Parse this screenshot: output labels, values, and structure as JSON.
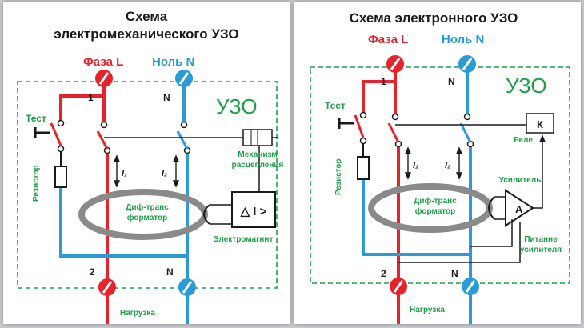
{
  "colors": {
    "phase": "#e8222a",
    "neutral": "#2a9bd6",
    "housing": "#1f9e4a",
    "wire_black": "#1a1a1a",
    "transformer": "#8a8a8a"
  },
  "left": {
    "title_line1": "Схема",
    "title_line2": "электромеханического УЗО",
    "phase_label": "Фаза L",
    "neutral_label": "Ноль N",
    "device_label": "УЗО",
    "test_label": "Тест",
    "resistor_label": "Резистор",
    "i1": "I₁",
    "i2": "I₂",
    "mechanism_line1": "Механизм",
    "mechanism_line2": "расцепления",
    "transformer_line1": "Диф-транс",
    "transformer_line2": "форматор",
    "electromagnet_label": "Электромагнит",
    "electromagnet_symbol": "△ I >",
    "terminal_in_phase": "1",
    "terminal_in_neutral": "N",
    "terminal_out_phase": "2",
    "terminal_out_neutral": "N",
    "load_label": "Нагрузка"
  },
  "right": {
    "title": "Схема электронного УЗО",
    "phase_label": "Фаза L",
    "neutral_label": "Ноль N",
    "device_label": "УЗО",
    "test_label": "Тест",
    "resistor_label": "Резистор",
    "i1": "I₁",
    "i2": "I₂",
    "relay_symbol": "К",
    "relay_label": "Реле",
    "amplifier_label": "Усилитель",
    "amplifier_symbol": "A",
    "transformer_line1": "Диф-транс",
    "transformer_line2": "форматор",
    "power_line1": "Питание",
    "power_line2": "усилителя",
    "terminal_in_phase": "1",
    "terminal_in_neutral": "N",
    "terminal_out_phase": "2",
    "terminal_out_neutral": "N",
    "load_label": "Нагрузка"
  }
}
